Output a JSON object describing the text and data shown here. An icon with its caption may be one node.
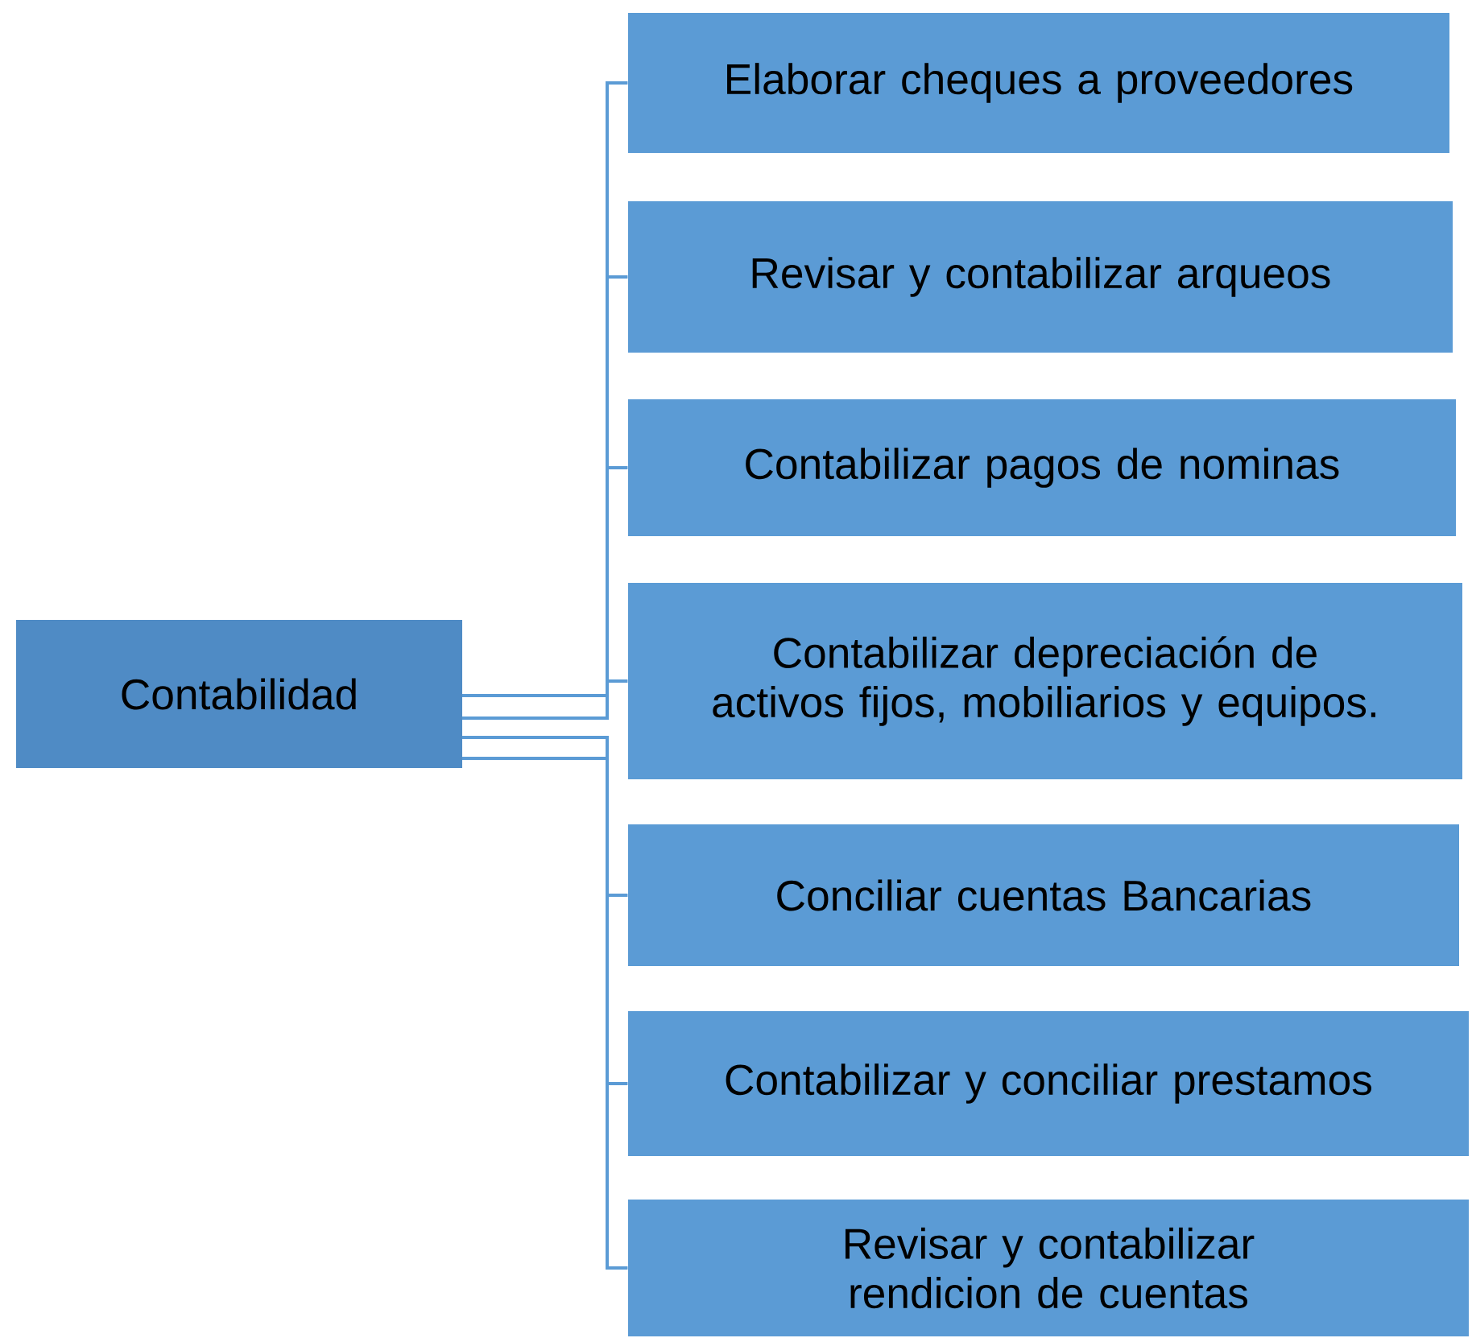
{
  "diagram": {
    "nodes": [
      {
        "text": [
          "Contabilidad"
        ]
      },
      {
        "text": [
          "Elaborar cheques a proveedores"
        ]
      },
      {
        "text": [
          "Revisar y contabilizar arqueos"
        ]
      },
      {
        "text": [
          "Contabilizar pagos de nominas"
        ]
      },
      {
        "text": [
          "Contabilizar depreciación de activos fijos, mobiliarios y equipos."
        ]
      },
      {
        "text": [
          "Conciliar cuentas Bancarias"
        ]
      },
      {
        "text": [
          "Contabilizar y conciliar prestamos"
        ]
      },
      {
        "text": [
          "Revisar y contabilizar rendicion de cuentas"
        ]
      }
    ],
    "edges": [
      {
        "from": 0,
        "to": 1,
        "arrow": "none"
      },
      {
        "from": 0,
        "to": 2,
        "arrow": "none"
      },
      {
        "from": 0,
        "to": 3,
        "arrow": "none"
      },
      {
        "from": 0,
        "to": 4,
        "arrow": "none"
      },
      {
        "from": 0,
        "to": 5,
        "arrow": "none"
      },
      {
        "from": 0,
        "to": 6,
        "arrow": "none"
      },
      {
        "from": 0,
        "to": 7,
        "arrow": "none"
      }
    ]
  }
}
